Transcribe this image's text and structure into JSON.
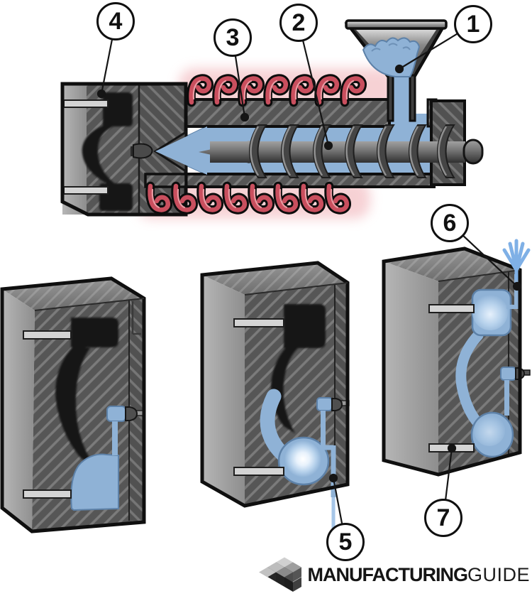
{
  "figure": {
    "callouts": [
      {
        "label": "1",
        "target": "hopper-granulate"
      },
      {
        "label": "2",
        "target": "plasticizing-screw"
      },
      {
        "label": "3",
        "target": "heater-bands"
      },
      {
        "label": "4",
        "target": "mold"
      },
      {
        "label": "5",
        "target": "melt-overflow-drip"
      },
      {
        "label": "6",
        "target": "air-vent-spray"
      },
      {
        "label": "7",
        "target": "ejector-pin"
      }
    ]
  },
  "logo": {
    "brand_bold": "MANUFACTURING",
    "brand_light": "GUIDE"
  },
  "colors": {
    "melt_blue": "#8fb2d6",
    "melt_blue_light": "#a6c6e8",
    "heater_red": "#c94f5e",
    "heater_glow": "#f5c9cd",
    "steel_dark": "#565656",
    "steel_light": "#b0b0b0",
    "outline": "#0f0f0f",
    "badge_bg": "#ffffff",
    "badge_text": "#111111"
  }
}
